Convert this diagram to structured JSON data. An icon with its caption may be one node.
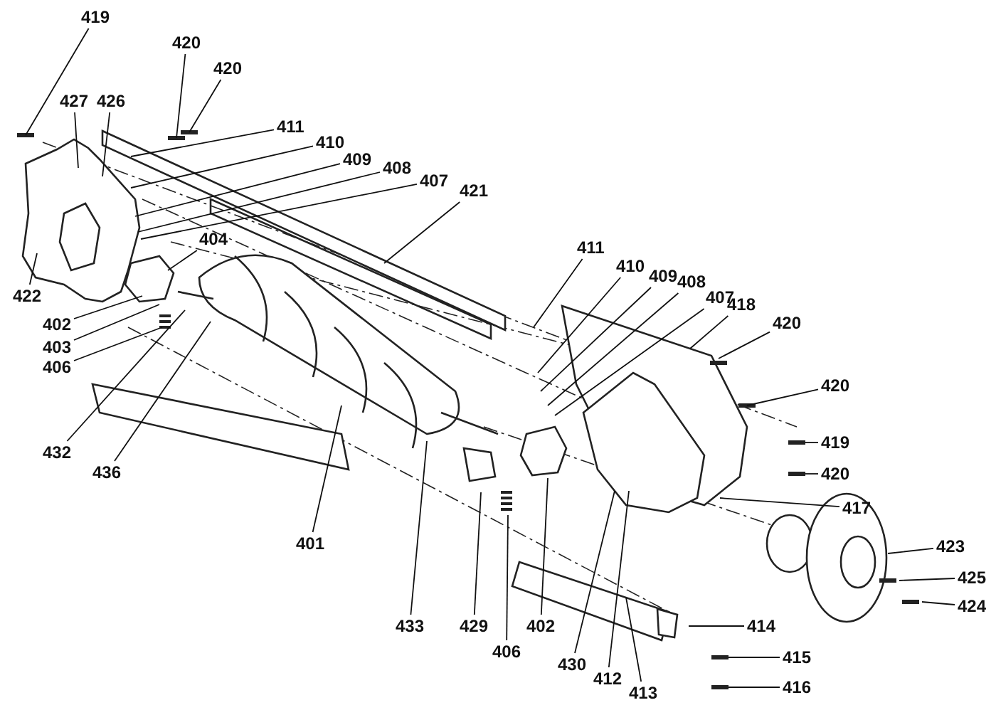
{
  "diagram": {
    "nodes": [
      {
        "text": [
          "419"
        ]
      },
      {
        "text": [
          "420"
        ]
      },
      {
        "text": [
          "420"
        ]
      },
      {
        "text": [
          "427"
        ]
      },
      {
        "text": [
          "426"
        ]
      },
      {
        "text": [
          "411"
        ]
      },
      {
        "text": [
          "410"
        ]
      },
      {
        "text": [
          "409"
        ]
      },
      {
        "text": [
          "408"
        ]
      },
      {
        "text": [
          "407"
        ]
      },
      {
        "text": [
          "421"
        ]
      },
      {
        "text": [
          "422"
        ]
      },
      {
        "text": [
          "404"
        ]
      },
      {
        "text": [
          "402"
        ]
      },
      {
        "text": [
          "403"
        ]
      },
      {
        "text": [
          "406"
        ]
      },
      {
        "text": [
          "432"
        ]
      },
      {
        "text": [
          "436"
        ]
      },
      {
        "text": [
          "401"
        ]
      },
      {
        "text": [
          "411"
        ]
      },
      {
        "text": [
          "410"
        ]
      },
      {
        "text": [
          "409"
        ]
      },
      {
        "text": [
          "408"
        ]
      },
      {
        "text": [
          "407"
        ]
      },
      {
        "text": [
          "418"
        ]
      },
      {
        "text": [
          "420"
        ]
      },
      {
        "text": [
          "420"
        ]
      },
      {
        "text": [
          "419"
        ]
      },
      {
        "text": [
          "420"
        ]
      },
      {
        "text": [
          "417"
        ]
      },
      {
        "text": [
          "433"
        ]
      },
      {
        "text": [
          "429"
        ]
      },
      {
        "text": [
          "402"
        ]
      },
      {
        "text": [
          "406"
        ]
      },
      {
        "text": [
          "430"
        ]
      },
      {
        "text": [
          "412"
        ]
      },
      {
        "text": [
          "413"
        ]
      },
      {
        "text": [
          "423"
        ]
      },
      {
        "text": [
          "425"
        ]
      },
      {
        "text": [
          "424"
        ]
      },
      {
        "text": [
          "414"
        ]
      },
      {
        "text": [
          "415"
        ]
      },
      {
        "text": [
          "416"
        ]
      }
    ],
    "edges": [
      {
        "from": 0,
        "to": null,
        "arrow": "none"
      },
      {
        "from": 1,
        "to": null,
        "arrow": "none"
      },
      {
        "from": 2,
        "to": null,
        "arrow": "none"
      },
      {
        "from": 3,
        "to": null,
        "arrow": "none"
      },
      {
        "from": 4,
        "to": null,
        "arrow": "none"
      },
      {
        "from": 5,
        "to": null,
        "arrow": "none"
      },
      {
        "from": 6,
        "to": null,
        "arrow": "none"
      },
      {
        "from": 7,
        "to": null,
        "arrow": "none"
      },
      {
        "from": 8,
        "to": null,
        "arrow": "none"
      },
      {
        "from": 9,
        "to": null,
        "arrow": "none"
      },
      {
        "from": 10,
        "to": null,
        "arrow": "none"
      },
      {
        "from": 11,
        "to": null,
        "arrow": "none"
      },
      {
        "from": 12,
        "to": null,
        "arrow": "none"
      },
      {
        "from": 13,
        "to": null,
        "arrow": "none"
      },
      {
        "from": 14,
        "to": null,
        "arrow": "none"
      },
      {
        "from": 15,
        "to": null,
        "arrow": "none"
      },
      {
        "from": 16,
        "to": null,
        "arrow": "none"
      },
      {
        "from": 17,
        "to": null,
        "arrow": "none"
      },
      {
        "from": 18,
        "to": null,
        "arrow": "none"
      },
      {
        "from": 19,
        "to": null,
        "arrow": "none"
      },
      {
        "from": 20,
        "to": null,
        "arrow": "none"
      },
      {
        "from": 21,
        "to": null,
        "arrow": "none"
      },
      {
        "from": 22,
        "to": null,
        "arrow": "none"
      },
      {
        "from": 23,
        "to": null,
        "arrow": "none"
      },
      {
        "from": 24,
        "to": null,
        "arrow": "none"
      },
      {
        "from": 25,
        "to": null,
        "arrow": "none"
      },
      {
        "from": 26,
        "to": null,
        "arrow": "none"
      },
      {
        "from": 27,
        "to": null,
        "arrow": "none"
      },
      {
        "from": 28,
        "to": null,
        "arrow": "none"
      },
      {
        "from": 29,
        "to": null,
        "arrow": "none"
      },
      {
        "from": 30,
        "to": null,
        "arrow": "none"
      },
      {
        "from": 31,
        "to": null,
        "arrow": "none"
      },
      {
        "from": 32,
        "to": null,
        "arrow": "none"
      },
      {
        "from": 33,
        "to": null,
        "arrow": "none"
      },
      {
        "from": 34,
        "to": null,
        "arrow": "none"
      },
      {
        "from": 35,
        "to": null,
        "arrow": "none"
      },
      {
        "from": 36,
        "to": null,
        "arrow": "none"
      },
      {
        "from": 37,
        "to": null,
        "arrow": "none"
      },
      {
        "from": 38,
        "to": null,
        "arrow": "none"
      },
      {
        "from": 39,
        "to": null,
        "arrow": "none"
      },
      {
        "from": 40,
        "to": null,
        "arrow": "none"
      },
      {
        "from": 41,
        "to": null,
        "arrow": "none"
      },
      {
        "from": 42,
        "to": null,
        "arrow": "none"
      }
    ]
  }
}
